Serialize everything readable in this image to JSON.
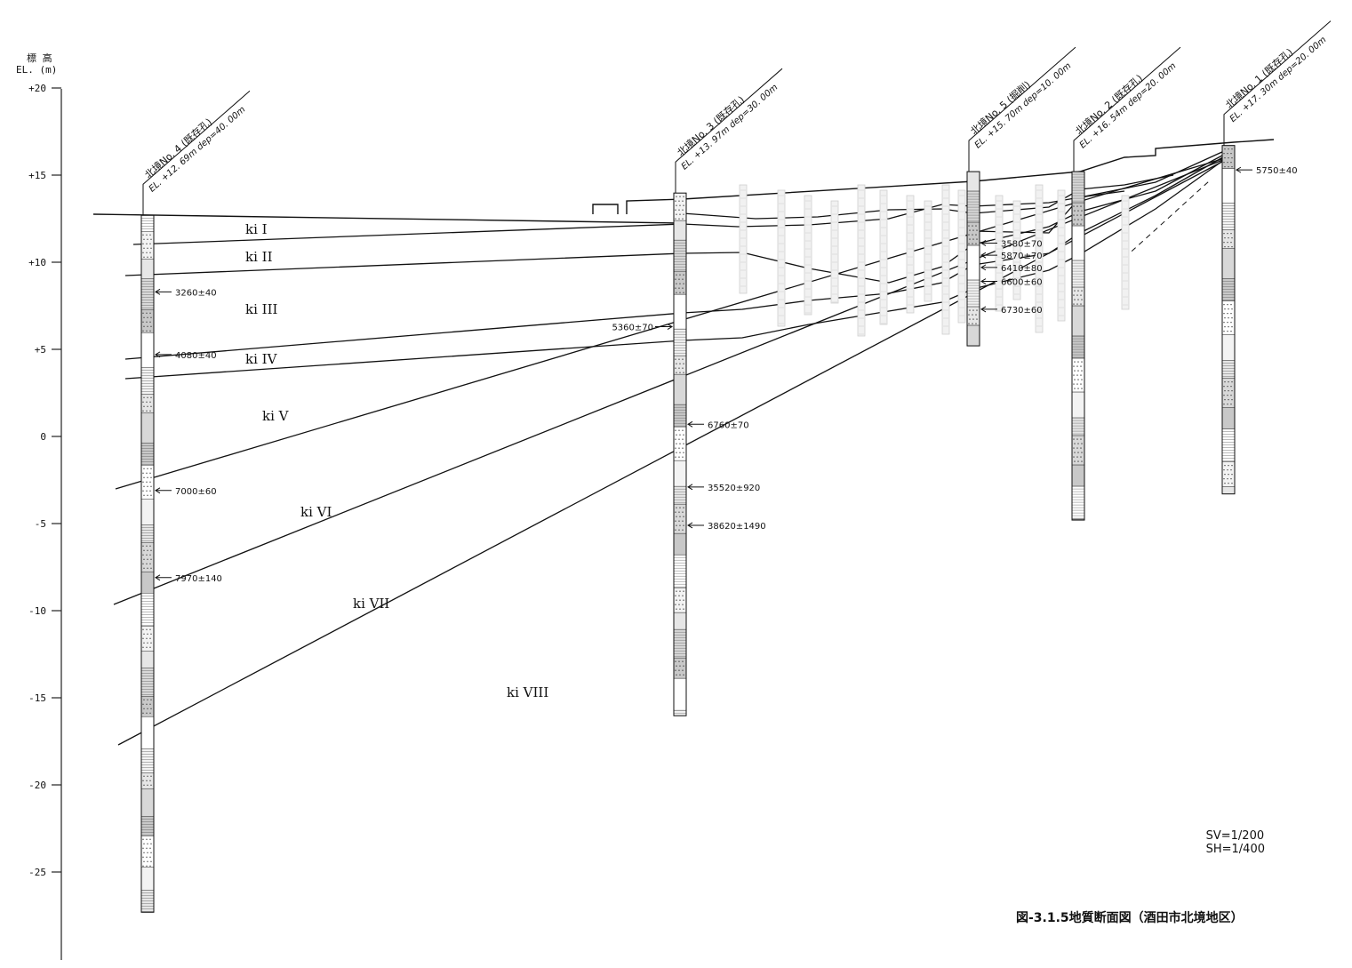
{
  "axis": {
    "header_top": "標 高",
    "header_unit": "EL. (m)",
    "ticks": [
      {
        "value": 20,
        "label": "+20"
      },
      {
        "value": 15,
        "label": "+15"
      },
      {
        "value": 10,
        "label": "+10"
      },
      {
        "value": 5,
        "label": "+5"
      },
      {
        "value": 0,
        "label": "0"
      },
      {
        "value": -5,
        "label": "-5"
      },
      {
        "value": -10,
        "label": "-10"
      },
      {
        "value": -15,
        "label": "-15"
      },
      {
        "value": -20,
        "label": "-20"
      },
      {
        "value": -25,
        "label": "-25"
      }
    ]
  },
  "boreholes": [
    {
      "id": "no4",
      "name": "北境No. 4 (既存孔)",
      "info": "EL. +12. 69m dep=40. 00m",
      "top_el": 12.69,
      "depth": 40.0
    },
    {
      "id": "no3",
      "name": "北境No. 3 (既存孔)",
      "info": "EL. +13. 97m dep=30. 00m",
      "top_el": 13.97,
      "depth": 30.0
    },
    {
      "id": "no5",
      "name": "北境No. 5 (掘削)",
      "info": "EL. +15. 70m dep=10. 00m",
      "top_el": 15.2,
      "depth": 10.0
    },
    {
      "id": "no2",
      "name": "北境No. 2 (既存孔)",
      "info": "EL. +16. 54m dep=20. 00m",
      "top_el": 15.2,
      "depth": 20.0
    },
    {
      "id": "no1",
      "name": "北境No. 1 (既存孔)",
      "info": "EL. +17. 30m dep=20. 00m",
      "top_el": 16.7,
      "depth": 20.0
    }
  ],
  "layers": [
    {
      "id": "ki1",
      "label": "ki I"
    },
    {
      "id": "ki2",
      "label": "ki II"
    },
    {
      "id": "ki3",
      "label": "ki III"
    },
    {
      "id": "ki4",
      "label": "ki IV"
    },
    {
      "id": "ki5",
      "label": "ki V"
    },
    {
      "id": "ki6",
      "label": "ki VI"
    },
    {
      "id": "ki7",
      "label": "ki VII"
    },
    {
      "id": "ki8",
      "label": "ki VIII"
    }
  ],
  "dates": [
    {
      "borehole": "no4",
      "label": "3260±40",
      "el": 8.3
    },
    {
      "borehole": "no4",
      "label": "4080±40",
      "el": 4.7
    },
    {
      "borehole": "no4",
      "label": "7000±60",
      "el": -3.1
    },
    {
      "borehole": "no4",
      "label": "7970±140",
      "el": -8.1
    },
    {
      "borehole": "no3",
      "label": "5360±70",
      "el": 6.3
    },
    {
      "borehole": "no3",
      "label": "6760±70",
      "el": 0.7
    },
    {
      "borehole": "no3",
      "label": "35520±920",
      "el": -2.9
    },
    {
      "borehole": "no3",
      "label": "38620±1490",
      "el": -5.1
    },
    {
      "borehole": "no5",
      "label": "3580±70",
      "el": 11.1
    },
    {
      "borehole": "no5",
      "label": "5870±70",
      "el": 10.4
    },
    {
      "borehole": "no5",
      "label": "6410±80",
      "el": 9.7
    },
    {
      "borehole": "no5",
      "label": "6600±60",
      "el": 8.9
    },
    {
      "borehole": "no5",
      "label": "6730±60",
      "el": 7.3
    },
    {
      "borehole": "no1",
      "label": "5750±40",
      "el": 15.3
    }
  ],
  "scale": {
    "sv": "SV=1/200",
    "sh": "SH=1/400"
  },
  "caption": "図-3.1.5地質断面図（酒田市北境地区）"
}
